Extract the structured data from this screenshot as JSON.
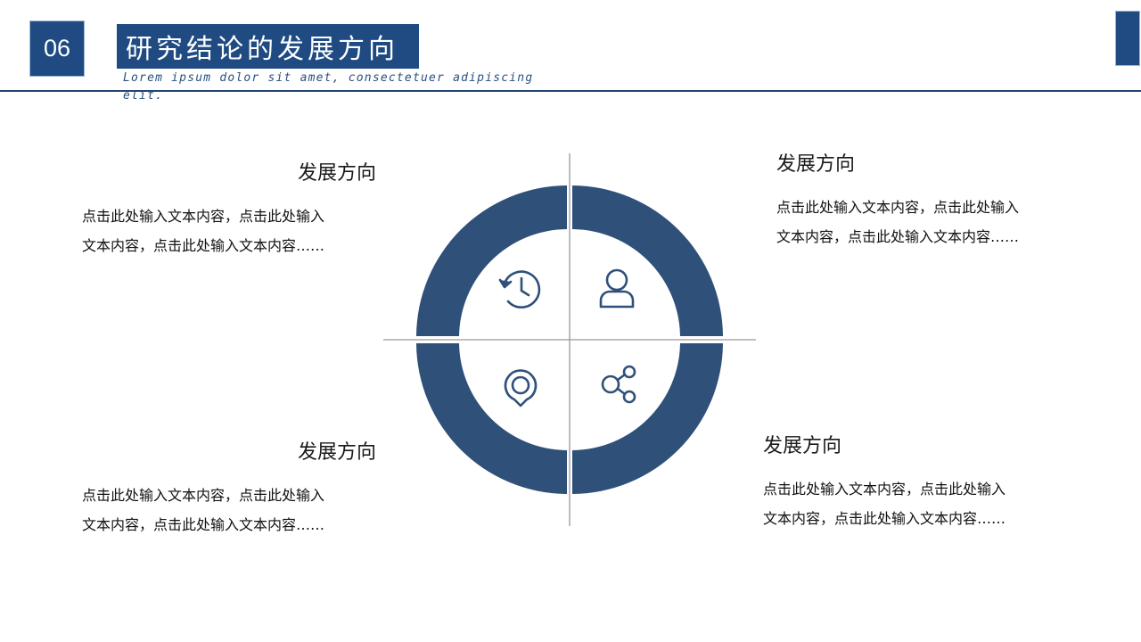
{
  "header": {
    "section_number": "06",
    "title": "研究结论的发展方向",
    "subtitle": "Lorem ipsum dolor sit amet, consectetuer adipiscing elit."
  },
  "colors": {
    "primary": "#2f5079",
    "title_bg": "#1f4b82",
    "divider": "#999999",
    "header_line": "#22466f"
  },
  "blocks": [
    {
      "position": "top-left",
      "heading": "发展方向",
      "line1": "点击此处输入文本内容，点击此处输入",
      "line2": "文本内容，点击此处输入文本内容……",
      "icon": "history-clock-icon"
    },
    {
      "position": "top-right",
      "heading": "发展方向",
      "line1": "点击此处输入文本内容，点击此处输入",
      "line2": "文本内容，点击此处输入文本内容……",
      "icon": "user-icon"
    },
    {
      "position": "bottom-left",
      "heading": "发展方向",
      "line1": "点击此处输入文本内容，点击此处输入",
      "line2": "文本内容，点击此处输入文本内容……",
      "icon": "location-pin-icon"
    },
    {
      "position": "bottom-right",
      "heading": "发展方向",
      "line1": "点击此处输入文本内容，点击此处输入",
      "line2": "文本内容，点击此处输入文本内容……",
      "icon": "share-icon"
    }
  ]
}
